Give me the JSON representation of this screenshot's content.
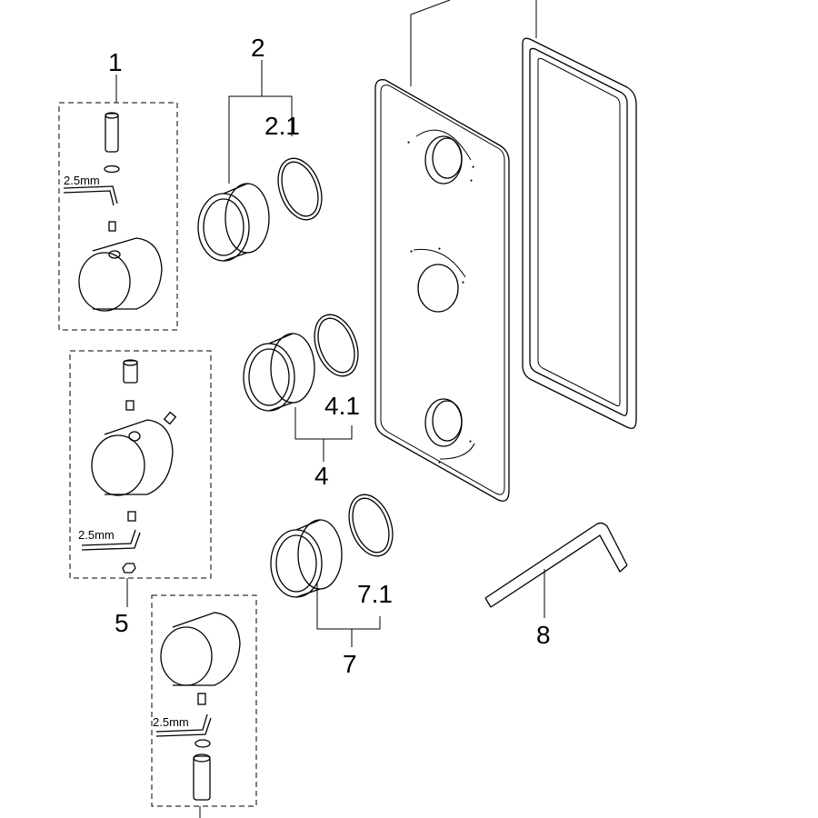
{
  "callouts": {
    "c1": "1",
    "c2": "2",
    "c2_1": "2.1",
    "c4": "4",
    "c4_1": "4.1",
    "c5": "5",
    "c7": "7",
    "c7_1": "7.1",
    "c8": "8"
  },
  "tool_size": "2.5mm"
}
